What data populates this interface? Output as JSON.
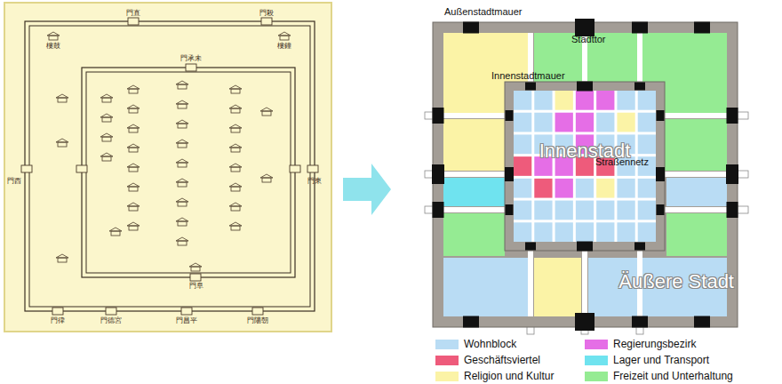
{
  "diagram": {
    "nodes": [
      {
        "text": [
          "Äußere Stadt"
        ]
      },
      {
        "text": [
          "Innenstadt"
        ],
        "in": 0
      }
    ],
    "labels": [
      "Außenstadtmauer",
      "Stadttor",
      "Innenstadtmauer",
      "Straßennetz",
      "門直",
      "門殺",
      "門承未",
      "門阜",
      "門律",
      "門德宮",
      "門昌平",
      "門陽朝",
      "門西",
      "門東",
      "樓鼓",
      "樓鐘"
    ],
    "legend": [
      {
        "text": "Wohnblock",
        "color": "#b9dcf4"
      },
      {
        "text": "Regierungsbezirk",
        "color": "#e56ee6"
      },
      {
        "text": "Geschäftsviertel",
        "color": "#ee5b7b"
      },
      {
        "text": "Lager und Transport",
        "color": "#6fe3ef"
      },
      {
        "text": "Religion und Kultur",
        "color": "#fbf3a6"
      },
      {
        "text": "Freizeit und Unterhaltung",
        "color": "#95eb93"
      }
    ]
  }
}
